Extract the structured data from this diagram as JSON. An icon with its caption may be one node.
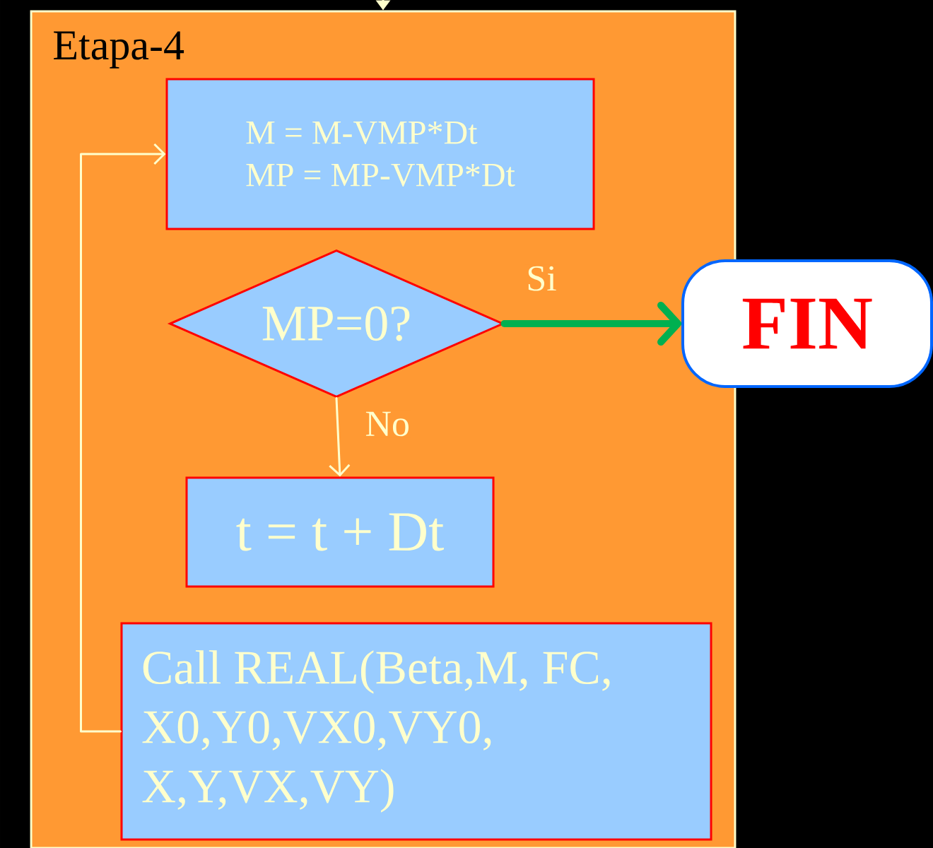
{
  "diagram": {
    "nodes": [
      {
        "text": [
          "Etapa-4"
        ]
      },
      {
        "text": [
          "M = M-VMP*Dt",
          "MP = MP-VMP*Dt"
        ],
        "in": 0
      },
      {
        "text": [
          "MP=0?"
        ],
        "in": 0
      },
      {
        "text": [
          "FIN"
        ]
      },
      {
        "text": [
          "t = t + Dt"
        ],
        "in": 0
      },
      {
        "text": [
          "Call REAL(Beta,M, FC, X0,Y0,VX0,VY0, X,Y,VX,VY)"
        ],
        "in": 0
      }
    ],
    "edges": [
      {
        "from": null,
        "to": 0,
        "arrow": "to"
      },
      {
        "from": 2,
        "to": 3,
        "arrow": "to",
        "label": "Si",
        "style": "thick",
        "color": "#00b050"
      },
      {
        "from": 2,
        "to": 4,
        "arrow": "to",
        "label": "No"
      },
      {
        "from": 5,
        "to": 1,
        "arrow": "to"
      }
    ]
  }
}
